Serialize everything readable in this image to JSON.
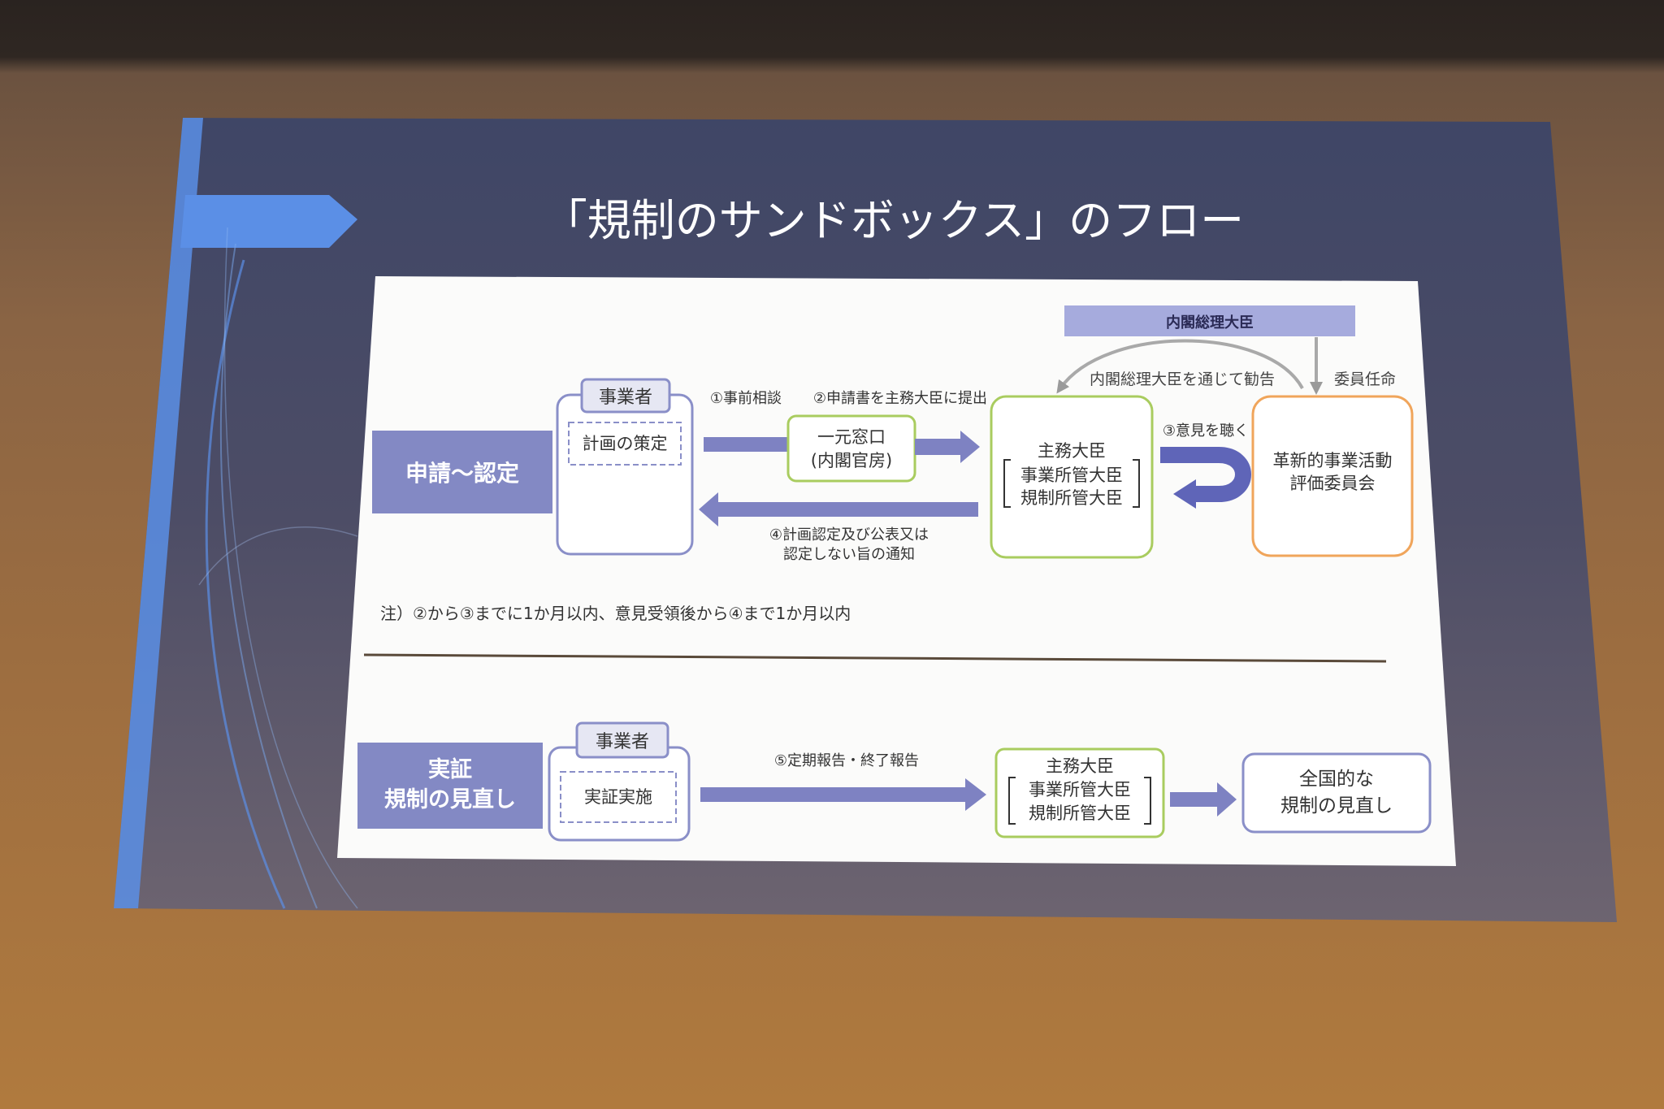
{
  "slide": {
    "title": "「規制のサンドボックス」のフロー"
  },
  "top_bar": {
    "label": "内閣総理大臣"
  },
  "section1": {
    "label": "申請～認定",
    "business": {
      "tab": "事業者",
      "inner": "計画の策定"
    },
    "step1": "①事前相談",
    "step2": "②申請書を主務大臣に提出",
    "window": {
      "line1": "一元窓口",
      "line2": "(内閣官房)"
    },
    "minister": {
      "line1": "主務大臣",
      "line2": "事業所管大臣",
      "line3": "規制所管大臣"
    },
    "step3": "③意見を聴く",
    "committee": {
      "line1": "革新的事業活動",
      "line2": "評価委員会"
    },
    "recommend": "内閣総理大臣を通じて勧告",
    "appoint": "委員任命",
    "step4": {
      "line1": "④計画認定及び公表又は",
      "line2": "認定しない旨の通知"
    },
    "note": "注）②から③までに1か月以内、意見受領後から④まで1か月以内"
  },
  "section2": {
    "label": {
      "line1": "実証",
      "line2": "規制の見直し"
    },
    "business": {
      "tab": "事業者",
      "inner": "実証実施"
    },
    "step5": "⑤定期報告・終了報告",
    "minister": {
      "line1": "主務大臣",
      "line2": "事業所管大臣",
      "line3": "規制所管大臣"
    },
    "review": {
      "line1": "全国的な",
      "line2": "規制の見直し"
    }
  },
  "colors": {
    "slide_bg": "#4b4e6a",
    "label_purple": "#8389c4",
    "arrow_purple": "#7e82c2",
    "green": "#a9cc5f",
    "orange": "#f0a55b",
    "accent_blue": "#5b8fe6"
  }
}
